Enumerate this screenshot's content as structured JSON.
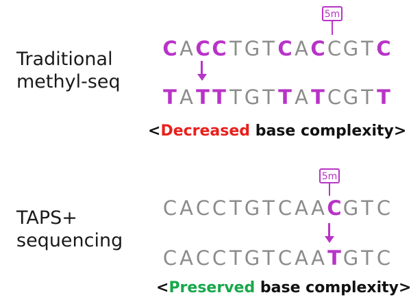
{
  "colors": {
    "accent": "#b833c7",
    "grey": "#8c8c8c",
    "decreased": "#e8201c",
    "preserved": "#18a84a",
    "text": "#111111"
  },
  "traditional": {
    "label_lines": [
      "Traditional",
      "methyl-seq"
    ],
    "tag": "5m",
    "top_bases": [
      {
        "b": "C",
        "accent": true
      },
      {
        "b": "A",
        "accent": false
      },
      {
        "b": "C",
        "accent": true
      },
      {
        "b": "C",
        "accent": true
      },
      {
        "b": "T",
        "accent": false
      },
      {
        "b": "G",
        "accent": false
      },
      {
        "b": "T",
        "accent": false
      },
      {
        "b": "C",
        "accent": true
      },
      {
        "b": "A",
        "accent": false
      },
      {
        "b": "C",
        "accent": true
      },
      {
        "b": "C",
        "accent": false
      },
      {
        "b": "G",
        "accent": false
      },
      {
        "b": "T",
        "accent": false
      },
      {
        "b": "C",
        "accent": true
      }
    ],
    "bottom_bases": [
      {
        "b": "T",
        "accent": true
      },
      {
        "b": "A",
        "accent": false
      },
      {
        "b": "T",
        "accent": true
      },
      {
        "b": "T",
        "accent": true
      },
      {
        "b": "T",
        "accent": false
      },
      {
        "b": "G",
        "accent": false
      },
      {
        "b": "T",
        "accent": false
      },
      {
        "b": "T",
        "accent": true
      },
      {
        "b": "A",
        "accent": false
      },
      {
        "b": "T",
        "accent": true
      },
      {
        "b": "C",
        "accent": false
      },
      {
        "b": "G",
        "accent": false
      },
      {
        "b": "T",
        "accent": false
      },
      {
        "b": "T",
        "accent": true
      }
    ],
    "complexity": {
      "open": "<",
      "highlight": "Decreased",
      "rest": " base complexity>"
    }
  },
  "taps": {
    "label_lines": [
      "TAPS+",
      "sequencing"
    ],
    "tag": "5m",
    "top_bases": [
      {
        "b": "C",
        "accent": false
      },
      {
        "b": "A",
        "accent": false
      },
      {
        "b": "C",
        "accent": false
      },
      {
        "b": "C",
        "accent": false
      },
      {
        "b": "T",
        "accent": false
      },
      {
        "b": "G",
        "accent": false
      },
      {
        "b": "T",
        "accent": false
      },
      {
        "b": "C",
        "accent": false
      },
      {
        "b": "A",
        "accent": false
      },
      {
        "b": "A",
        "accent": false
      },
      {
        "b": "C",
        "accent": true
      },
      {
        "b": "G",
        "accent": false
      },
      {
        "b": "T",
        "accent": false
      },
      {
        "b": "C",
        "accent": false
      }
    ],
    "bottom_bases": [
      {
        "b": "C",
        "accent": false
      },
      {
        "b": "A",
        "accent": false
      },
      {
        "b": "C",
        "accent": false
      },
      {
        "b": "C",
        "accent": false
      },
      {
        "b": "T",
        "accent": false
      },
      {
        "b": "G",
        "accent": false
      },
      {
        "b": "T",
        "accent": false
      },
      {
        "b": "C",
        "accent": false
      },
      {
        "b": "A",
        "accent": false
      },
      {
        "b": "A",
        "accent": false
      },
      {
        "b": "T",
        "accent": true
      },
      {
        "b": "G",
        "accent": false
      },
      {
        "b": "T",
        "accent": false
      },
      {
        "b": "C",
        "accent": false
      }
    ],
    "complexity": {
      "open": "<",
      "highlight": "Preserved",
      "rest": " base complexity>"
    }
  }
}
